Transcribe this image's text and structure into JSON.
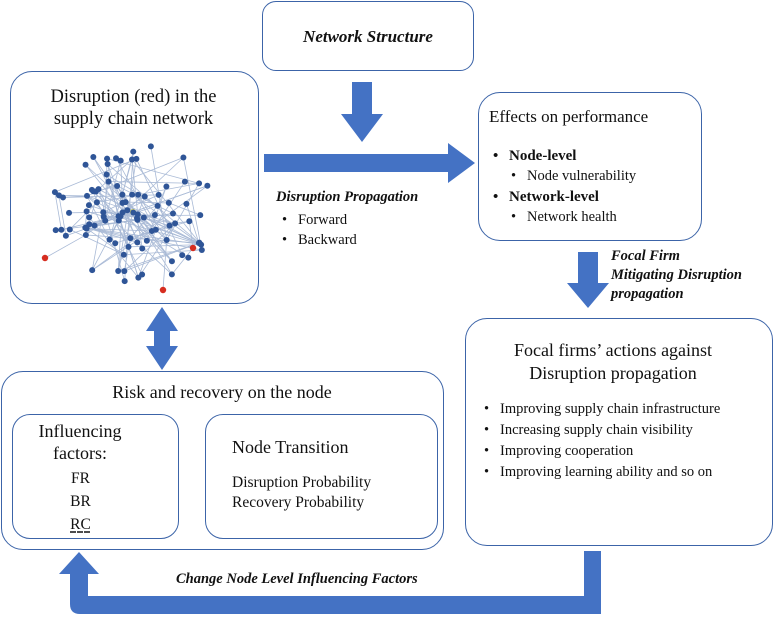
{
  "network_structure": {
    "label": "Network Structure"
  },
  "disruption_box": {
    "title": "Disruption (red) in the supply chain network"
  },
  "propagation": {
    "title": "Disruption Propagation",
    "items": [
      "Forward",
      "Backward"
    ]
  },
  "effects": {
    "title": "Effects on performance",
    "node_level": {
      "label": "Node-level",
      "sub": "Node vulnerability"
    },
    "network_level": {
      "label": "Network-level",
      "sub": "Network health"
    }
  },
  "mitigation": {
    "line1": "Focal Firm",
    "line2": "Mitigating Disruption",
    "line3": "propagation"
  },
  "actions": {
    "title": "Focal firms’ actions against Disruption propagation",
    "items": [
      "Improving supply chain infrastructure",
      "Increasing supply chain visibility",
      "Improving cooperation",
      "Improving learning ability and so on"
    ]
  },
  "risk": {
    "title": "Risk and recovery on the node"
  },
  "influencing": {
    "title": "Influencing factors:",
    "factors": [
      "FR",
      "BR",
      "RC"
    ]
  },
  "transition": {
    "title": "Node Transition",
    "items": [
      "Disruption Probability",
      "Recovery Probability"
    ]
  },
  "feedback": {
    "label": "Change Node Level Influencing Factors"
  },
  "colors": {
    "arrow": "#4472c4",
    "border": "#3c64a8",
    "node": "#2f5597",
    "disrupted": "#d62d20",
    "focal": "#f2e44a",
    "edge": "#a9bad6"
  }
}
